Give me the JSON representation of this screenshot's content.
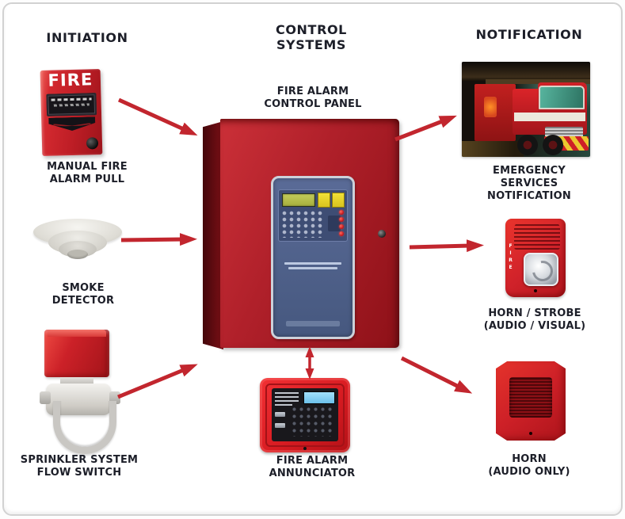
{
  "colors": {
    "arrow_red": "#c2262e",
    "label_text": "#1c1e28",
    "device_red": "#c0252c",
    "panel_interface_blue": "#5a6b97",
    "panel_lcd_green": "#b2bb4c",
    "annunciator_lcd_blue": "#8fd0f2",
    "background": "#ffffff"
  },
  "headings": {
    "initiation": "INITIATION",
    "control": [
      "CONTROL",
      "SYSTEMS"
    ],
    "notification": "NOTIFICATION"
  },
  "items": {
    "manual_pull": {
      "label": [
        "MANUAL FIRE",
        "ALARM PULL"
      ]
    },
    "smoke_detector": {
      "label": [
        "SMOKE",
        "DETECTOR"
      ]
    },
    "flow_switch": {
      "label": [
        "SPRINKLER SYSTEM",
        "FLOW SWITCH"
      ]
    },
    "control_panel": {
      "label": [
        "FIRE ALARM",
        "CONTROL PANEL"
      ]
    },
    "annunciator": {
      "label": [
        "FIRE ALARM",
        "ANNUNCIATOR"
      ]
    },
    "emergency_services": {
      "label": [
        "EMERGENCY",
        "SERVICES",
        "NOTIFICATION"
      ]
    },
    "horn_strobe": {
      "label": [
        "HORN / STROBE",
        "(AUDIO / VISUAL)"
      ]
    },
    "horn": {
      "label": [
        "HORN",
        "(AUDIO ONLY)"
      ]
    }
  },
  "device_text": {
    "pull_station_fire": "FIRE",
    "horn_strobe_fire": "FIRE"
  }
}
